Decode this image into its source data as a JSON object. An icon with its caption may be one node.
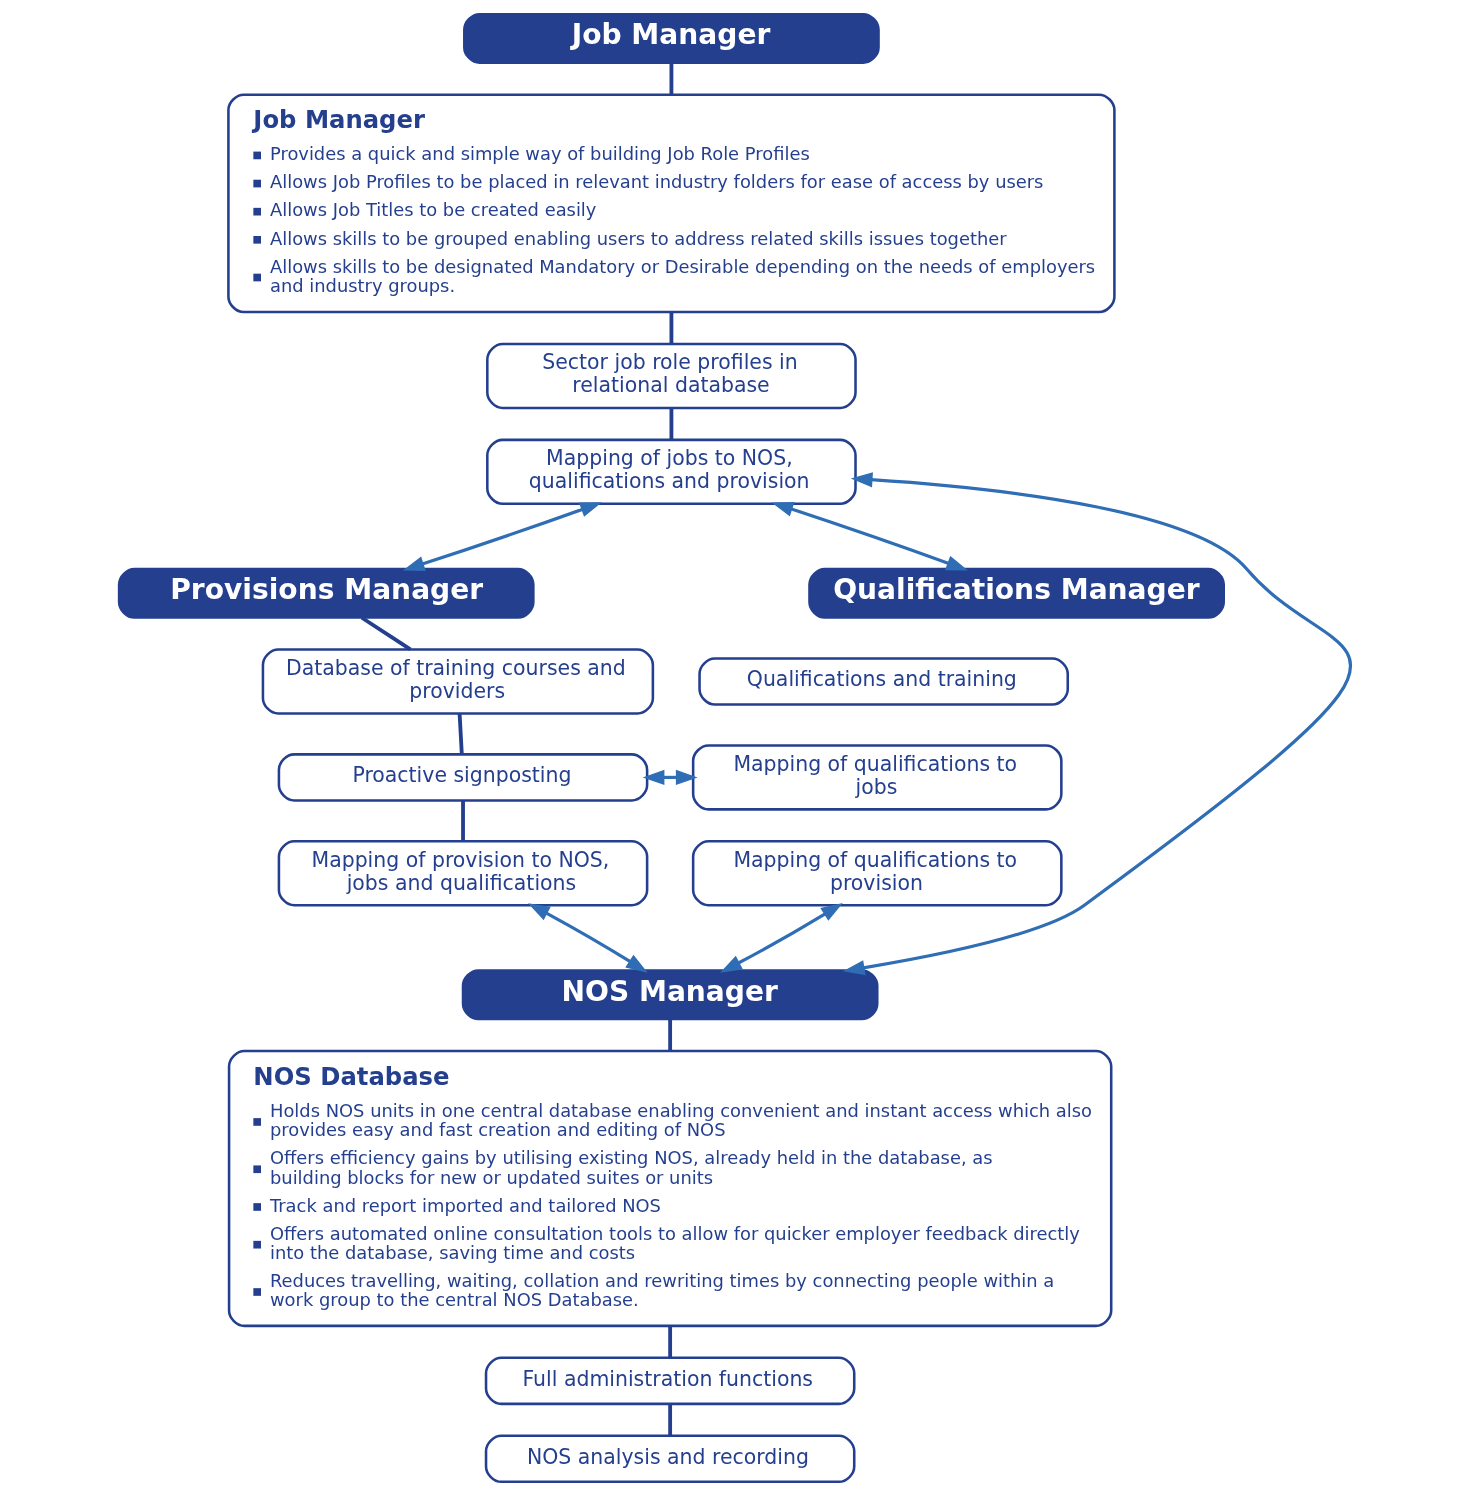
{
  "diagram": {
    "nodes": [
      {
        "text": [
          "Job Manager"
        ]
      },
      {
        "text": [
          "Job Manager",
          "Provides a quick and simple way of building Job Role Profiles",
          "Allows Job Profiles to be placed in relevant industry folders for ease of access by users",
          "Allows Job Titles to be created easily",
          "Allows skills to be grouped enabling users to address related skills issues together",
          "Allows skills to be designated Mandatory or Desirable depending on the needs of employers and industry groups."
        ]
      },
      {
        "text": [
          "Sector job role profiles in relational database"
        ]
      },
      {
        "text": [
          "Mapping of jobs to NOS, qualifications and provision"
        ]
      },
      {
        "text": [
          "Provisions Manager"
        ]
      },
      {
        "text": [
          "Database of training courses and providers"
        ]
      },
      {
        "text": [
          "Proactive signposting"
        ]
      },
      {
        "text": [
          "Mapping of provision to NOS, jobs and qualifications"
        ]
      },
      {
        "text": [
          "Qualifications Manager"
        ]
      },
      {
        "text": [
          "Qualifications and training"
        ]
      },
      {
        "text": [
          "Mapping of qualifications to jobs"
        ]
      },
      {
        "text": [
          "Mapping of qualifications to provision"
        ]
      },
      {
        "text": [
          "NOS Manager"
        ]
      },
      {
        "text": [
          "NOS Database",
          "Holds NOS units in one central database enabling convenient and instant access which also provides easy and fast creation and editing of NOS",
          "Offers efficiency gains by utilising existing NOS, already held in the database, as building blocks for new or updated suites or units",
          "Track and report imported and tailored NOS",
          "Offers automated online consultation tools to allow for quicker employer feedback directly into the database, saving time and costs",
          "Reduces travelling, waiting, collation and rewriting times by connecting people within a work group to the central NOS Database."
        ]
      },
      {
        "text": [
          "Full administration functions"
        ]
      },
      {
        "text": [
          "NOS analysis and recording"
        ]
      }
    ],
    "edges": [
      {
        "from": 0,
        "to": 1,
        "arrow": "none"
      },
      {
        "from": 1,
        "to": 2,
        "arrow": "none"
      },
      {
        "from": 2,
        "to": 3,
        "arrow": "none"
      },
      {
        "from": 4,
        "to": 5,
        "arrow": "none"
      },
      {
        "from": 5,
        "to": 6,
        "arrow": "none"
      },
      {
        "from": 6,
        "to": 7,
        "arrow": "none"
      },
      {
        "from": 12,
        "to": 13,
        "arrow": "none"
      },
      {
        "from": 13,
        "to": 14,
        "arrow": "none"
      },
      {
        "from": 14,
        "to": 15,
        "arrow": "none"
      },
      {
        "from": 3,
        "to": 12,
        "arrow": "both",
        "color": "#2f6db5"
      },
      {
        "from": 6,
        "to": 10,
        "arrow": "both",
        "color": "#2f6db5"
      },
      {
        "from": 4,
        "to": 3,
        "arrow": "both",
        "color": "#2f6db5"
      },
      {
        "from": 3,
        "to": 8,
        "arrow": "both",
        "color": "#2f6db5"
      },
      {
        "from": 7,
        "to": 12,
        "arrow": "both",
        "color": "#2f6db5"
      },
      {
        "from": 11,
        "to": 12,
        "arrow": "both",
        "color": "#2f6db5"
      }
    ]
  }
}
